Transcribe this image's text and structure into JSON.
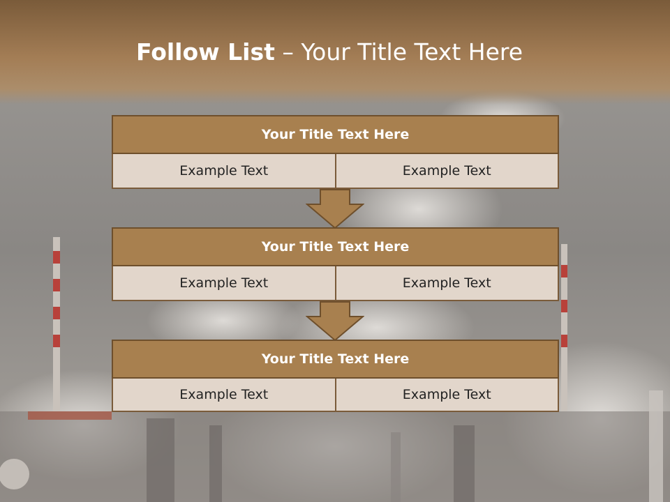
{
  "slide": {
    "title_bold": "Follow List",
    "title_rest": " – Your Title Text Here"
  },
  "blocks": [
    {
      "title": "Your Title Text Here",
      "left": "Example Text",
      "right": "Example Text"
    },
    {
      "title": "Your Title Text Here",
      "left": "Example Text",
      "right": "Example Text"
    },
    {
      "title": "Your Title Text Here",
      "left": "Example Text",
      "right": "Example Text"
    }
  ],
  "colors": {
    "header_fill": "#a8804f",
    "cell_fill": "#e2d6cb",
    "arrow_fill": "#a8804f"
  }
}
